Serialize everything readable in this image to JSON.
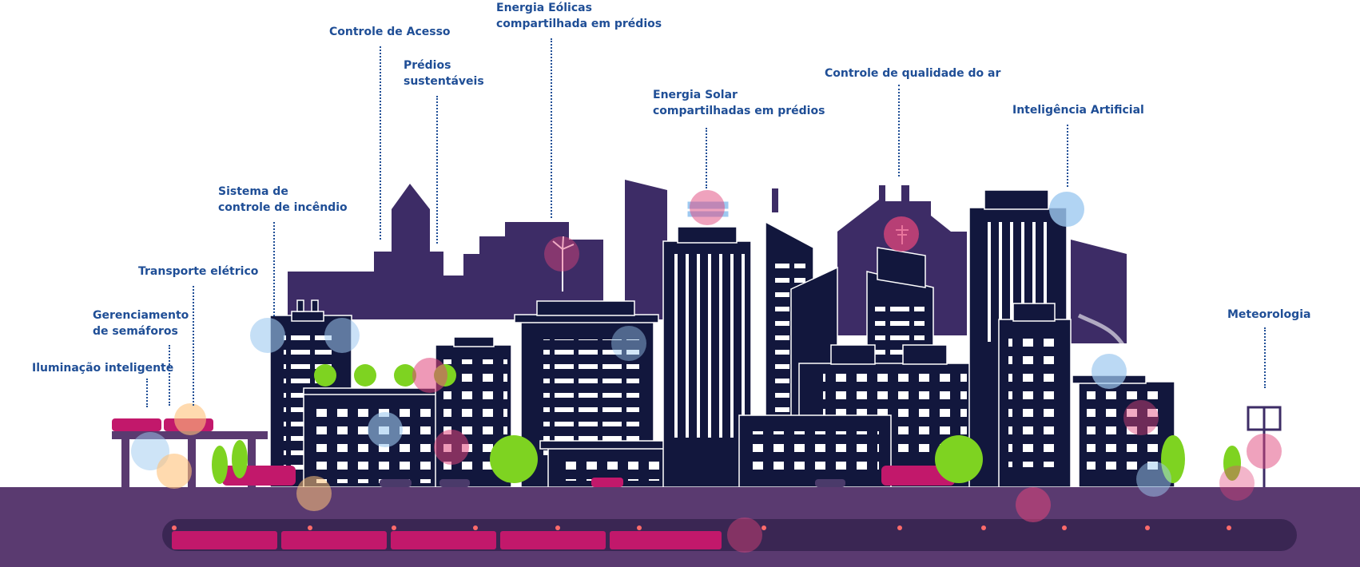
{
  "labels": {
    "smart_lighting": "Iluminação inteligente",
    "traffic_lights": [
      "Gerenciamento",
      "de semáforos"
    ],
    "electric_transport": "Transporte elétrico",
    "fire_control": [
      "Sistema de",
      "controle de incêndio"
    ],
    "access_control": "Controle de Acesso",
    "sustainable_buildings": [
      "Prédios",
      "sustentáveis"
    ],
    "wind_energy": [
      "Energia Eólicas",
      "compartilhada em prédios"
    ],
    "solar_energy": [
      "Energia Solar",
      "compartilhadas em prédios"
    ],
    "air_quality": "Controle de qualidade do ar",
    "artificial_intelligence": "Inteligência Artificial",
    "meteorology": "Meteorologia"
  },
  "colors": {
    "label_text": "#1f4e96",
    "building_back": "#3d2c66",
    "building_front": "#12173d",
    "window": "#ffffff",
    "ground": "#5a3a70",
    "metro_tunnel": "#3a2653",
    "train": "#c2186b",
    "tree": "#7ed321",
    "bubble_pink": "#e0457b",
    "bubble_blue": "#9ec9f0",
    "bubble_orange": "#ffc27a"
  }
}
